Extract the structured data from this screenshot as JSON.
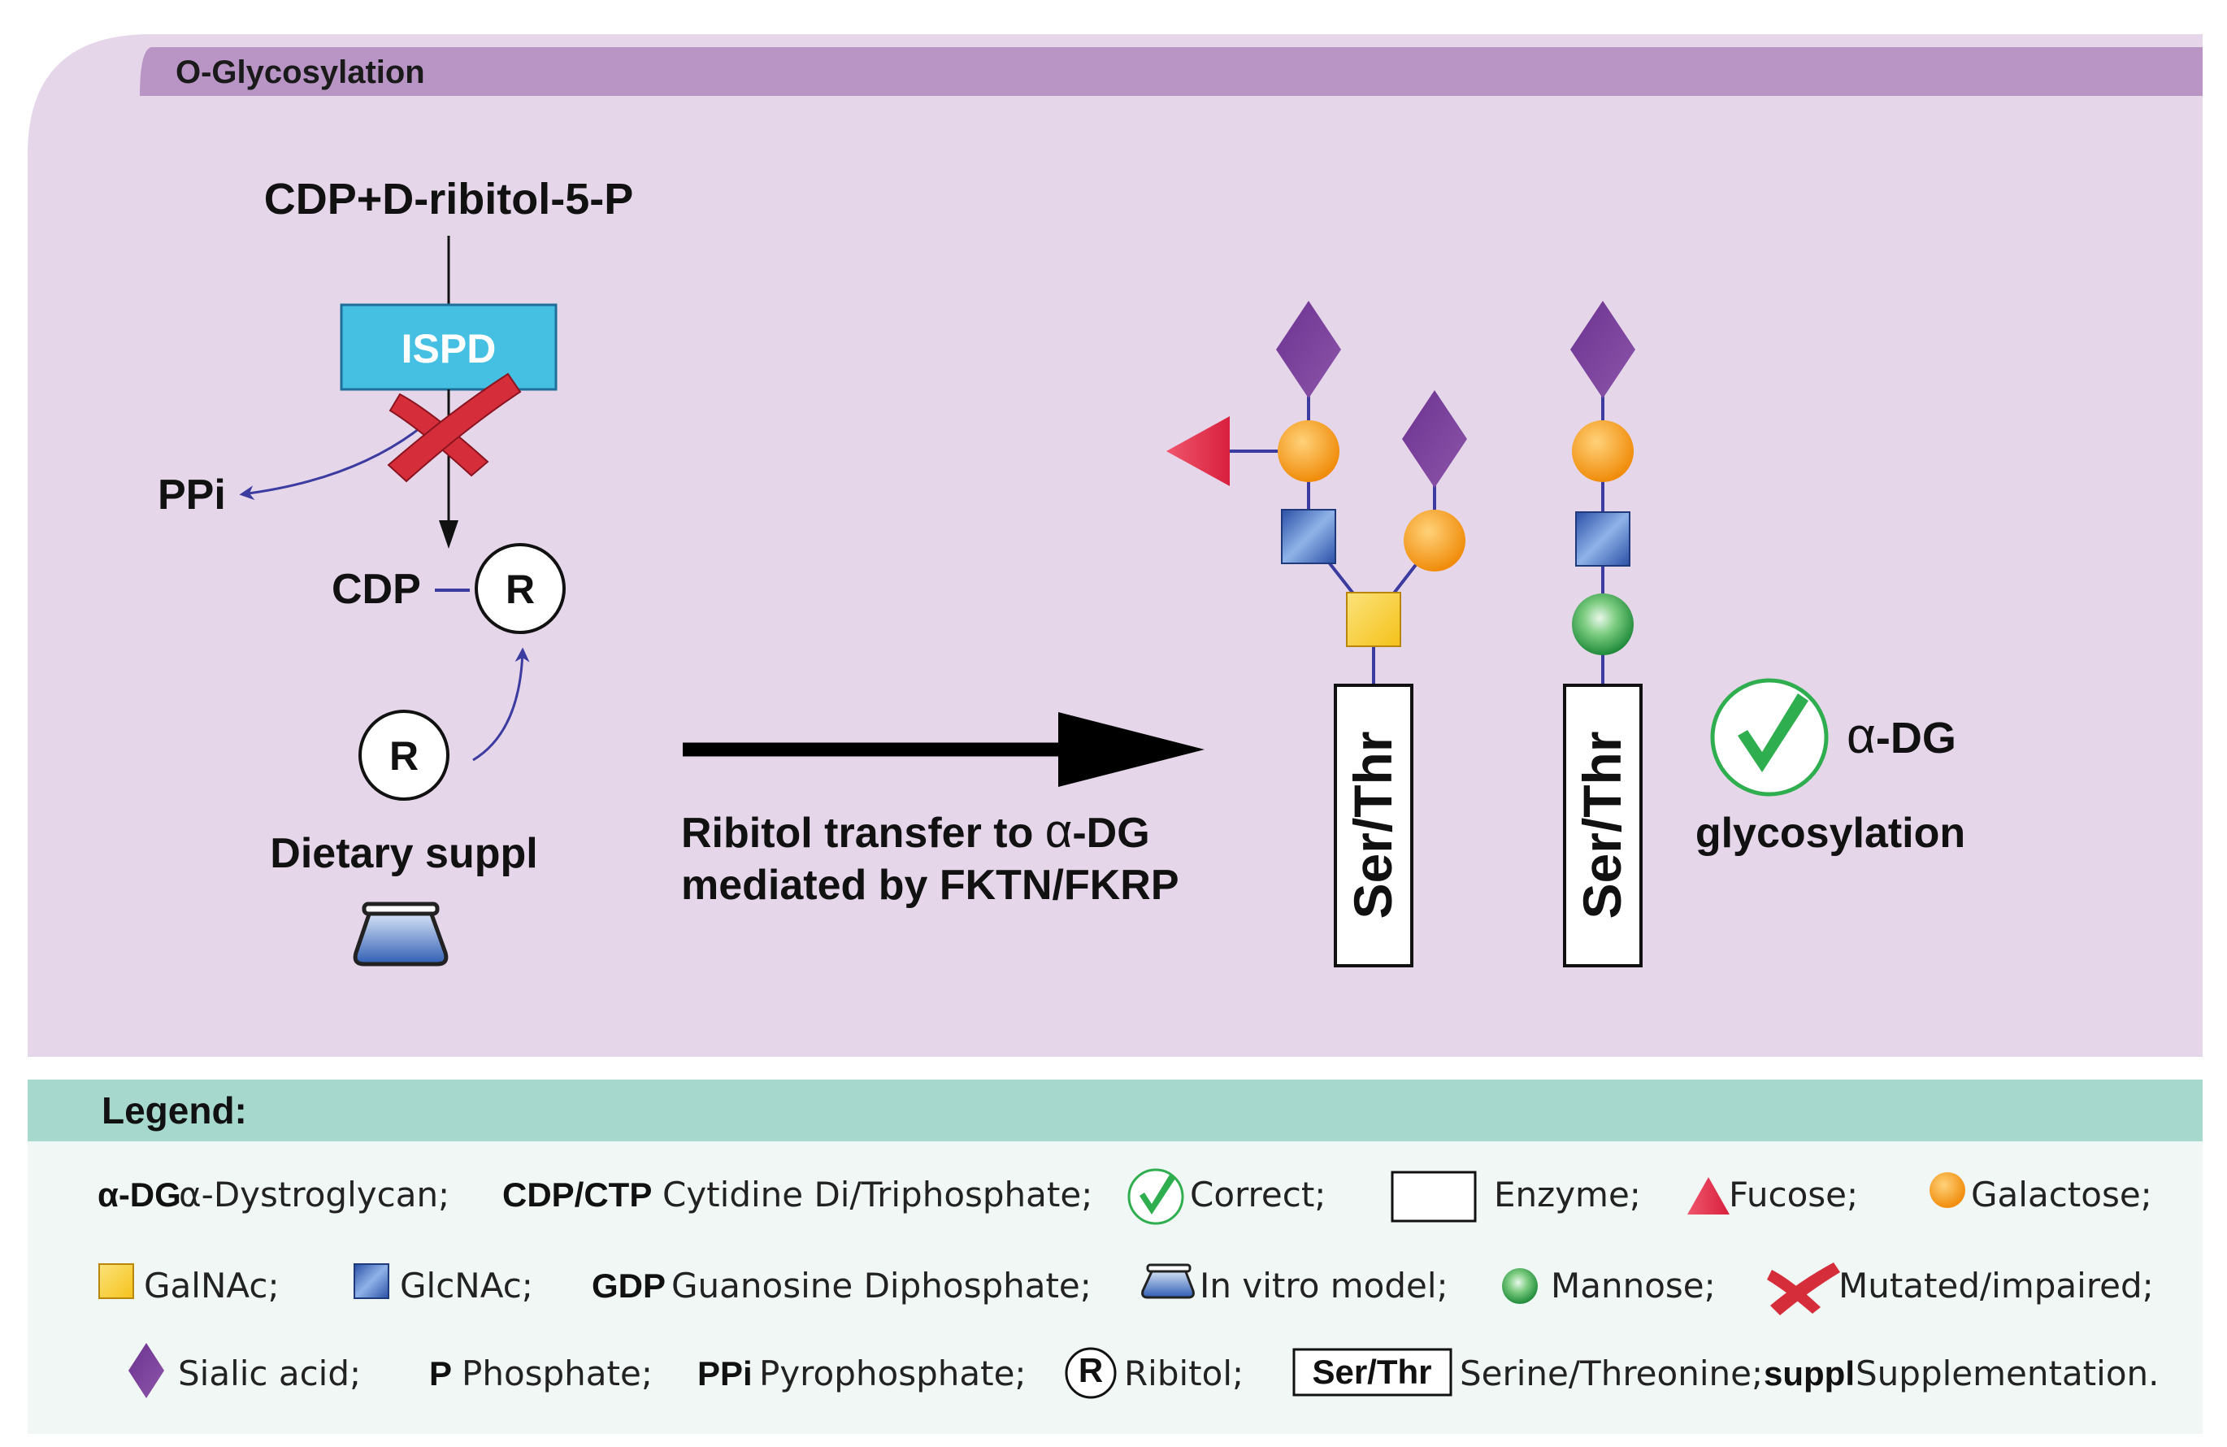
{
  "panel": {
    "title": "O-Glycosylation",
    "substrate": "CDP+D-ribitol-5-P",
    "enzyme": "ISPD",
    "byproduct": "PPi",
    "product_prefix": "CDP",
    "ribitol_symbol": "R",
    "dietary_label": "Dietary suppl",
    "arrow_caption_line1": "Ribitol transfer to ",
    "arrow_caption_alpha": "α",
    "arrow_caption_line1_end": "-DG",
    "arrow_caption_line2": "mediated by FKTN/FKRP",
    "residue_label_1": "Ser/Thr",
    "residue_label_2": "Ser/Thr",
    "outcome_alpha": "α",
    "outcome_title": "-DG",
    "outcome_subtitle": "glycosylation"
  },
  "legend": {
    "title": "Legend:",
    "row1": {
      "adg_abbr": "α-DG",
      "adg_text": "α-Dystroglycan;",
      "cdp_abbr": "CDP/CTP",
      "cdp_text": "Cytidine Di/Triphosphate;",
      "correct_text": "Correct;",
      "enzyme_text": "Enzyme;",
      "fucose_text": "Fucose;",
      "galactose_text": "Galactose;"
    },
    "row2": {
      "galnac_text": "GalNAc;",
      "glcnac_text": "GlcNAc;",
      "gdp_abbr": "GDP",
      "gdp_text": "Guanosine Diphosphate;",
      "invitro_text": "In vitro model;",
      "mannose_text": "Mannose;",
      "mutated_text": "Mutated/impaired;"
    },
    "row3": {
      "sialic_text": "Sialic acid;",
      "p_abbr": "P",
      "p_text": "Phosphate;",
      "ppi_abbr": "PPi",
      "ppi_text": "Pyrophosphate;",
      "ribitol_symbol": "R",
      "ribitol_text": "Ribitol;",
      "serthr_box": "Ser/Thr",
      "serthr_text": "Serine/Threonine;",
      "suppl_abbr": "suppl",
      "suppl_text": "Supplementation."
    }
  },
  "colors": {
    "panel_bg": "#e6d6ea",
    "title_bar": "#b995c6",
    "legend_bar": "#a6d8cd",
    "legend_bg": "#f1f7f5",
    "enzyme_box": "#45c0e3",
    "galactose": "#f6a21e",
    "galnac": "#fcd23a",
    "glcnac": "#3a63b7",
    "mannose": "#2fa64a",
    "sialic_acid": "#7a3f96",
    "fucose": "#e32a4a",
    "mutated_x": "#d62d3a",
    "correct_check": "#2fae4f",
    "pathway_arrow": "#3b3ba0"
  },
  "icons": [
    "mutated-x-icon",
    "correct-check-icon",
    "in-vitro-flask-icon",
    "ribitol-circle-icon"
  ]
}
